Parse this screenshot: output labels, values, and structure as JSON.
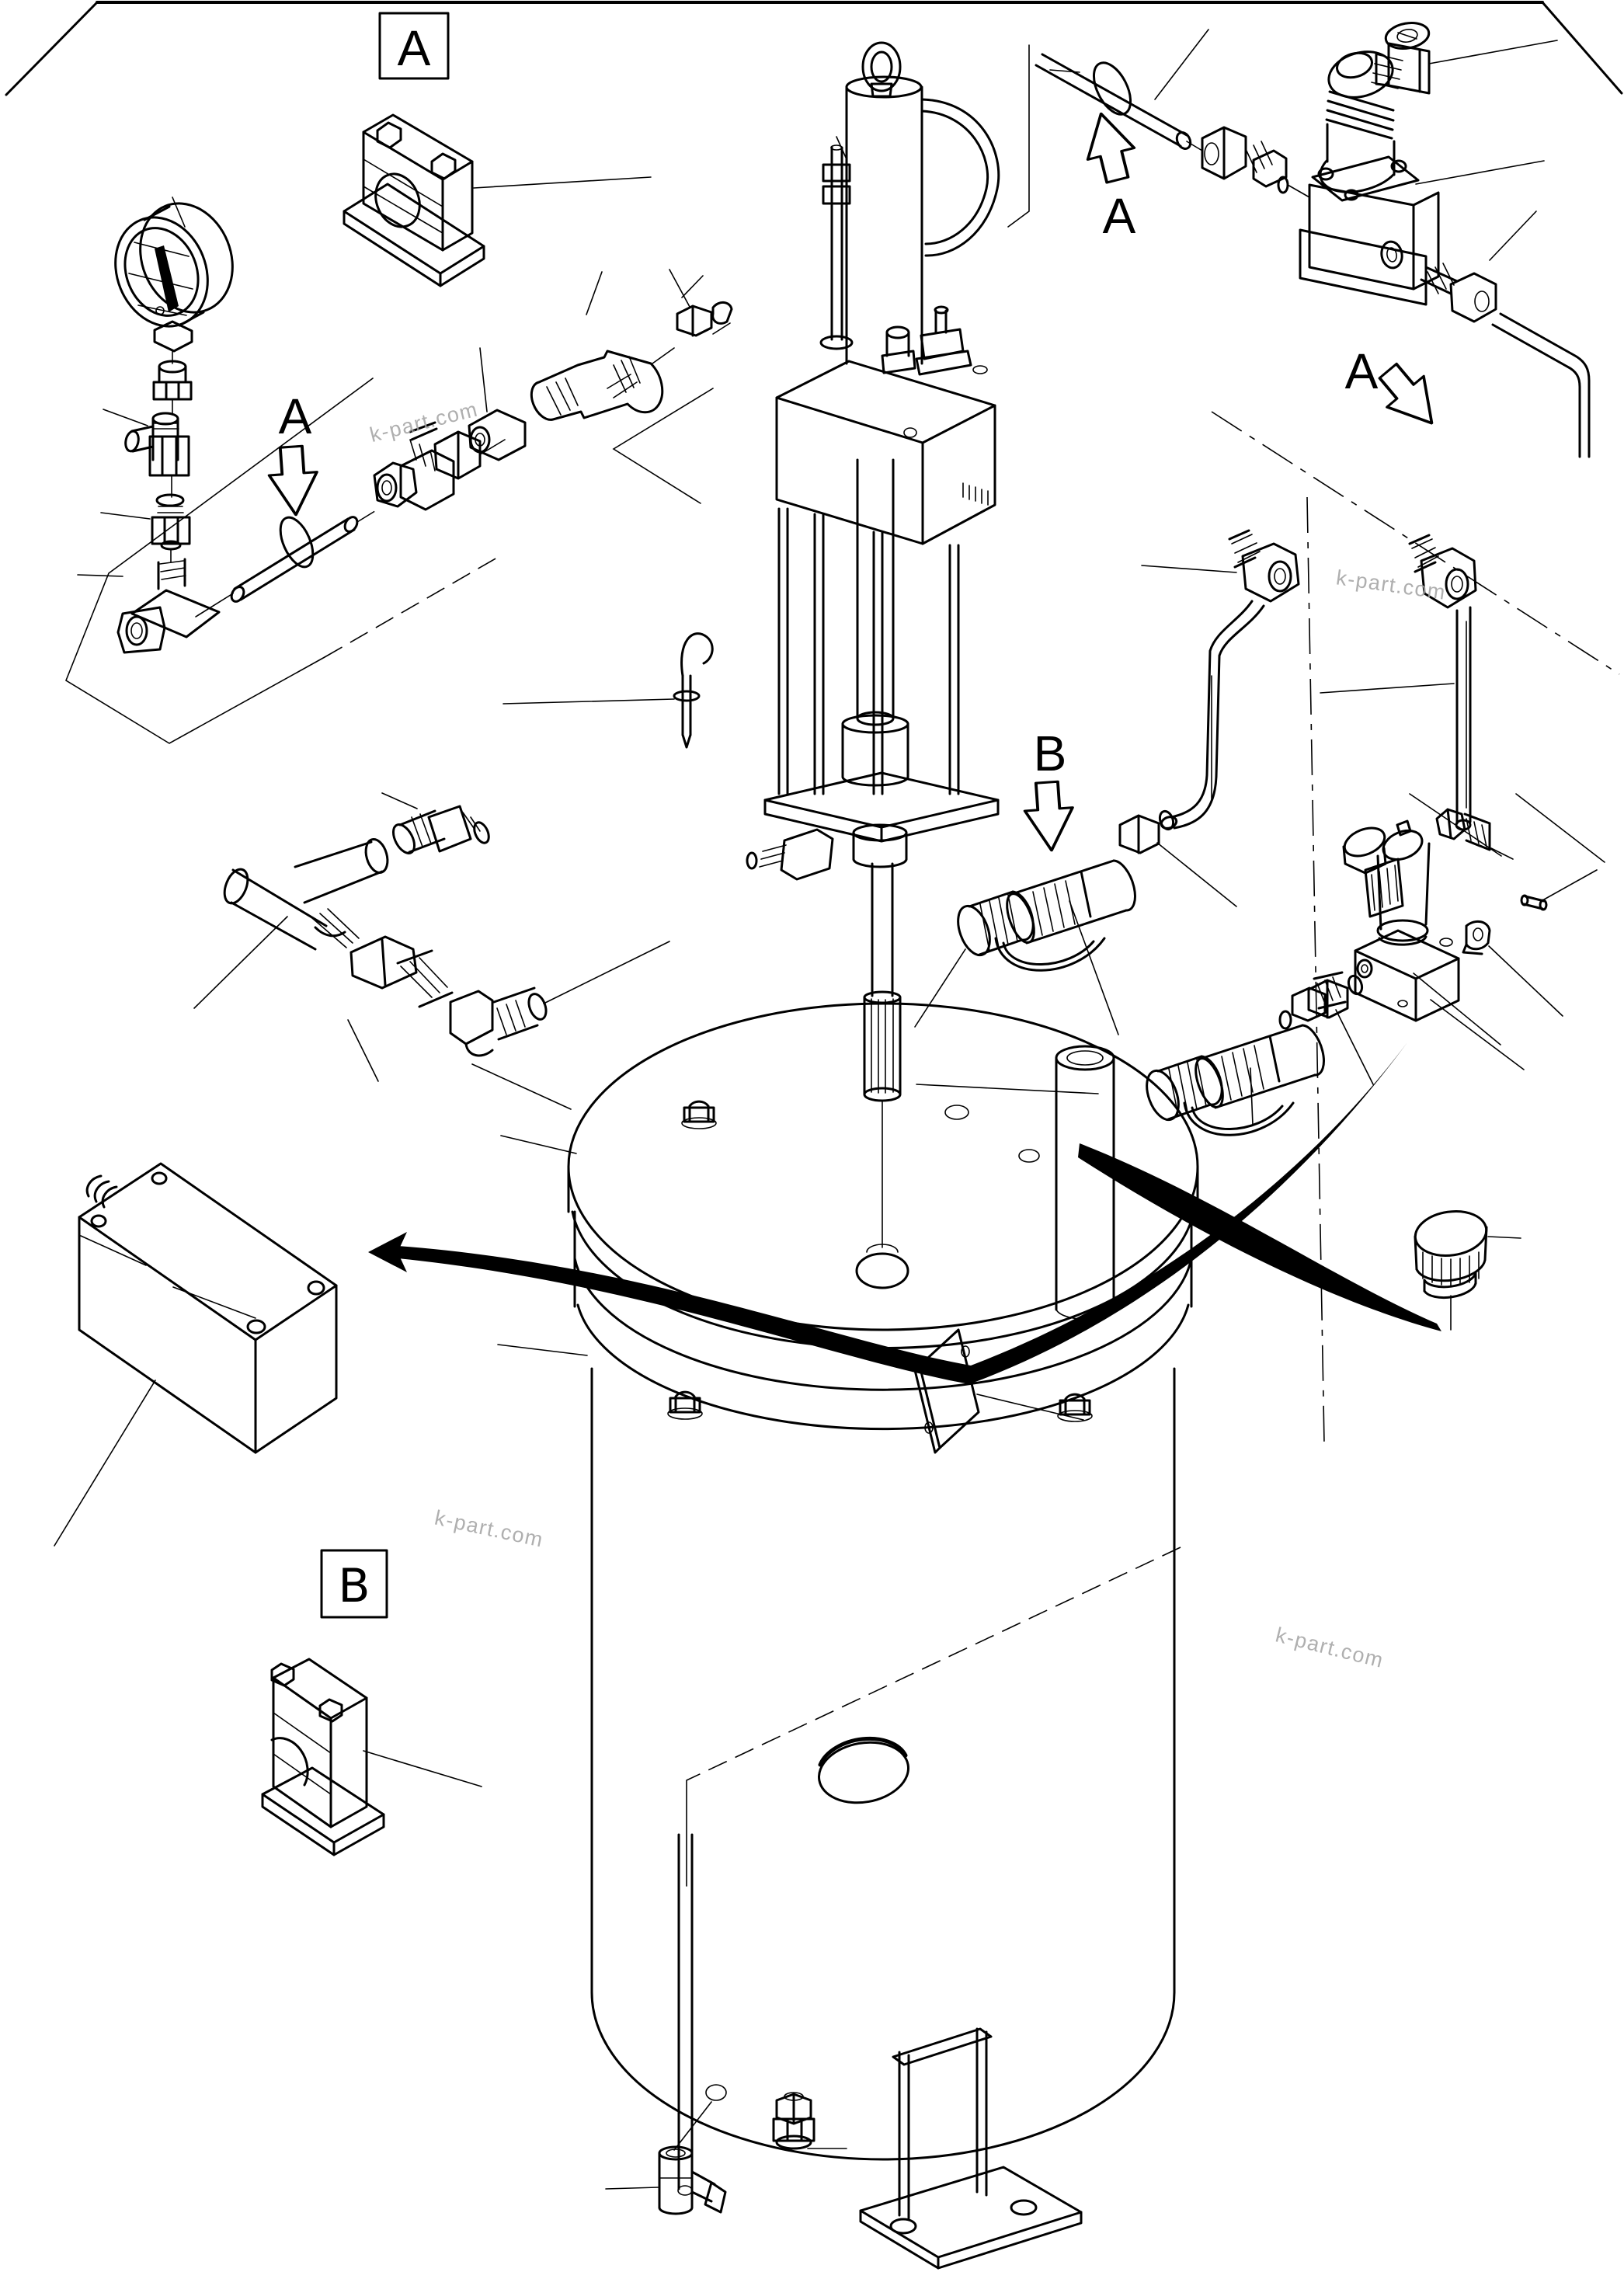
{
  "page": {
    "type": "exploded-parts-diagram",
    "background_color": "#ffffff",
    "line_color": "#000000",
    "watermark_color": "#a2a2a2"
  },
  "labels": {
    "detail_box_a": "A",
    "detail_box_b": "B",
    "view_arrow_a_left": "A",
    "view_arrow_a_center": "A",
    "view_arrow_a_right": "A",
    "view_arrow_b": "B"
  },
  "watermark": {
    "text": "k-part.com"
  }
}
